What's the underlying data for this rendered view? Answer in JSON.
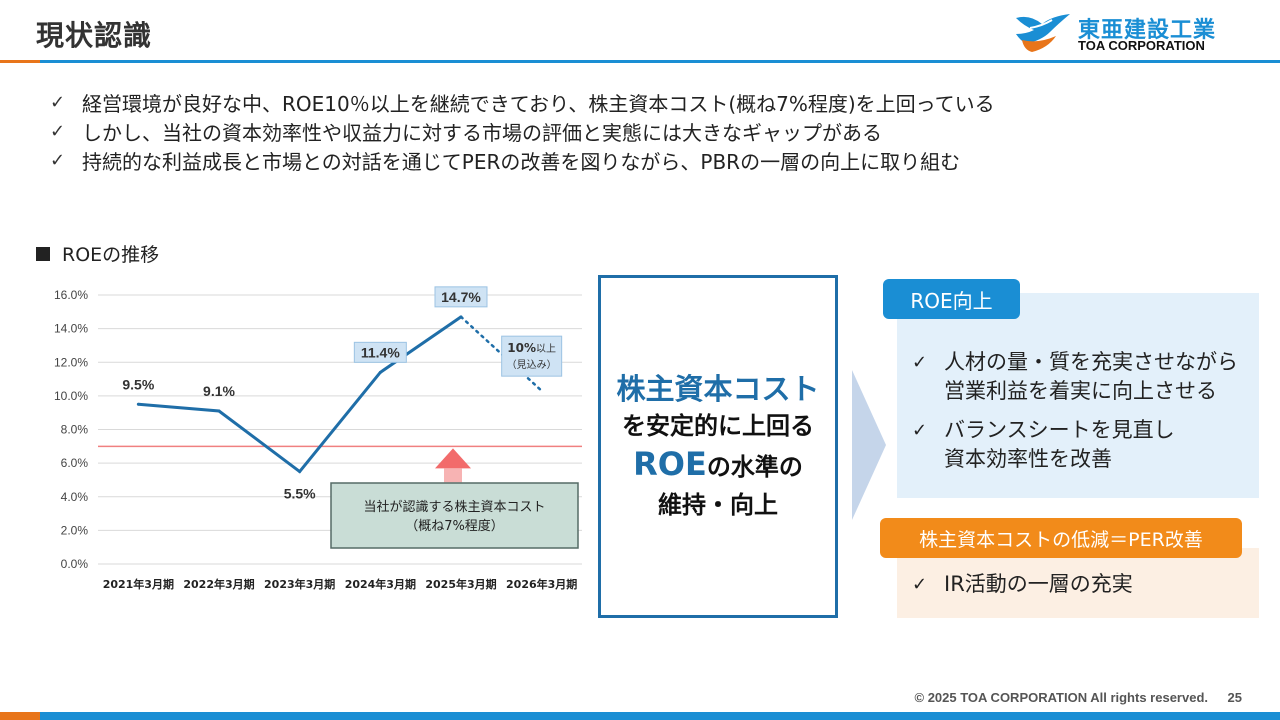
{
  "header": {
    "title": "現状認識",
    "logo_jp": "東亜建設工業",
    "logo_en": "TOA CORPORATION"
  },
  "bullets": [
    "経営環境が良好な中、ROE10％以上を継続できており、株主資本コスト(概ね7%程度)を上回っている",
    "しかし、当社の資本効率性や収益力に対する市場の評価と実態には大きなギャップがある",
    "持続的な利益成長と市場との対話を通じてPERの改善を図りながら、PBRの一層の向上に取り組む"
  ],
  "check_mark": "✓",
  "chart_heading": "ROEの推移",
  "chart_data": {
    "type": "line",
    "categories": [
      "2021年3月期",
      "2022年3月期",
      "2023年3月期",
      "2024年3月期",
      "2025年3月期",
      "2026年3月期"
    ],
    "series": [
      {
        "values": [
          9.5,
          9.1,
          5.5,
          11.4,
          14.7,
          null
        ],
        "style": "solid",
        "color": "#1f6ea8"
      },
      {
        "values": [
          null,
          null,
          null,
          null,
          14.7,
          10.3
        ],
        "style": "dotted",
        "color": "#1f6ea8"
      }
    ],
    "data_labels": [
      {
        "index": 0,
        "text": "9.5%",
        "boxed": false
      },
      {
        "index": 1,
        "text": "9.1%",
        "boxed": false
      },
      {
        "index": 2,
        "text": "5.5%",
        "boxed": false
      },
      {
        "index": 3,
        "text": "11.4%",
        "boxed": true
      },
      {
        "index": 4,
        "text": "14.7%",
        "boxed": true
      }
    ],
    "forecast_label": {
      "main": "10%",
      "suffix": "以上",
      "sub": "（見込み）"
    },
    "yticks": [
      "16.0%",
      "14.0%",
      "12.0%",
      "10.0%",
      "8.0%",
      "6.0%",
      "4.0%",
      "2.0%",
      "0.0%"
    ],
    "ylim": [
      0,
      16
    ],
    "reference_line": {
      "value": 7,
      "color": "#f08080"
    },
    "annotation": {
      "line1": "当社が認識する株主資本コスト",
      "line2": "（概ね7%程度）"
    },
    "grid": true
  },
  "center_box": {
    "line1": "株主資本コスト",
    "line2": "を安定的に上回る",
    "roe": "ROE",
    "line3_suffix": "の水準の",
    "line4": "維持・向上"
  },
  "roe_up": {
    "tag": "ROE向上",
    "items": [
      [
        "人材の量・質を充実させながら",
        "営業利益を着実に向上させる"
      ],
      [
        "バランスシートを見直し",
        "資本効率性を改善"
      ]
    ]
  },
  "cost_down": {
    "tag": "株主資本コストの低減＝PER改善",
    "items": [
      [
        "IR活動の一層の充実"
      ]
    ]
  },
  "footer": {
    "copyright": "© 2025 TOA CORPORATION  All rights reserved.",
    "page": "25"
  },
  "colors": {
    "brand_blue": "#1a8ed4",
    "navy": "#1f6ea8",
    "orange": "#f28b1a"
  }
}
